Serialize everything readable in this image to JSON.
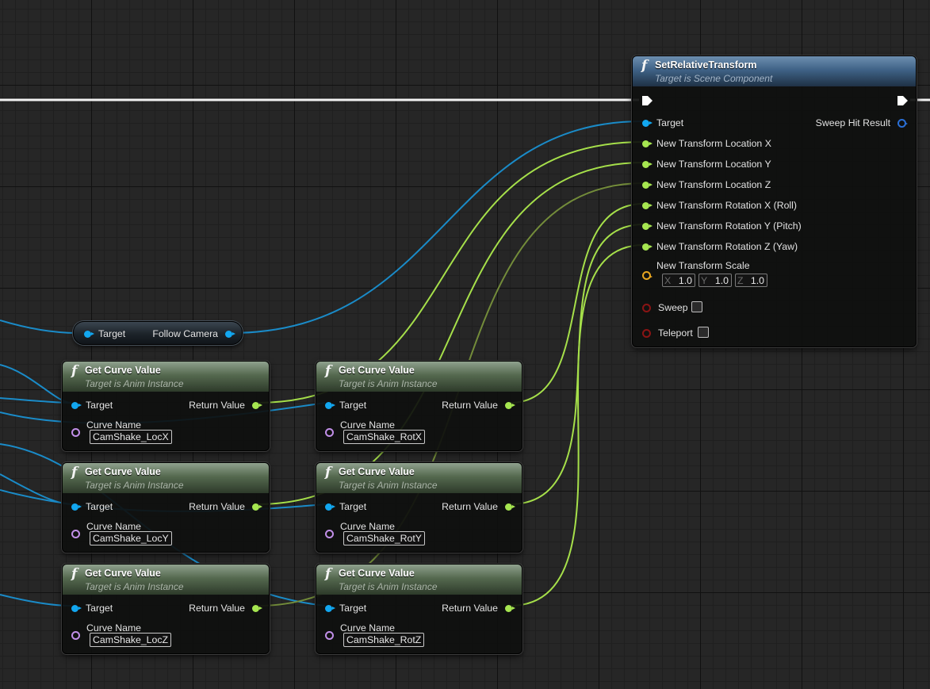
{
  "set_relative_transform": {
    "title": "SetRelativeTransform",
    "subtitle": "Target is Scene Component",
    "inputs": {
      "target": "Target",
      "loc_x": "New Transform Location X",
      "loc_y": "New Transform Location Y",
      "loc_z": "New Transform Location Z",
      "rot_x": "New Transform Rotation X (Roll)",
      "rot_y": "New Transform Rotation Y (Pitch)",
      "rot_z": "New Transform Rotation Z (Yaw)",
      "scale": "New Transform Scale",
      "sweep": "Sweep",
      "teleport": "Teleport"
    },
    "scale_values": {
      "x_axis": "X",
      "x": "1.0",
      "y_axis": "Y",
      "y": "1.0",
      "z_axis": "Z",
      "z": "1.0"
    },
    "outputs": {
      "sweep_hit_result": "Sweep Hit Result"
    }
  },
  "follow_camera_node": {
    "input": "Target",
    "output": "Follow Camera"
  },
  "curve_nodes": {
    "title": "Get Curve Value",
    "subtitle": "Target is Anim Instance",
    "target_label": "Target",
    "return_label": "Return Value",
    "curve_name_label": "Curve Name",
    "loc_x": "CamShake_LocX",
    "loc_y": "CamShake_LocY",
    "loc_z": "CamShake_LocZ",
    "rot_x": "CamShake_RotX",
    "rot_y": "CamShake_RotY",
    "rot_z": "CamShake_RotZ"
  },
  "colors": {
    "exec_wire": "#f2f2f2",
    "object_wire": "#1a8bc8",
    "float_wire": "#a6e04a",
    "function_header": "#55694f",
    "target_function_header": "#3f6286",
    "grid_background": "#262626"
  }
}
